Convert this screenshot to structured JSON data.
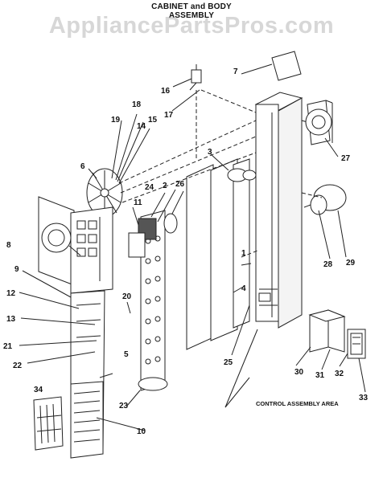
{
  "diagram": {
    "title_line1": "CABINET and BODY",
    "title_line2": "ASSEMBLY",
    "watermark": "AppliancePartsPros.com",
    "area_label": "CONTROL ASSEMBLY AREA",
    "callouts": [
      "1",
      "2",
      "3",
      "4",
      "5",
      "6",
      "7",
      "8",
      "9",
      "10",
      "11",
      "12",
      "13",
      "14",
      "15",
      "16",
      "17",
      "18",
      "19",
      "20",
      "21",
      "22",
      "23",
      "24",
      "25",
      "26",
      "27",
      "28",
      "29",
      "30",
      "31",
      "32",
      "33",
      "34"
    ]
  }
}
